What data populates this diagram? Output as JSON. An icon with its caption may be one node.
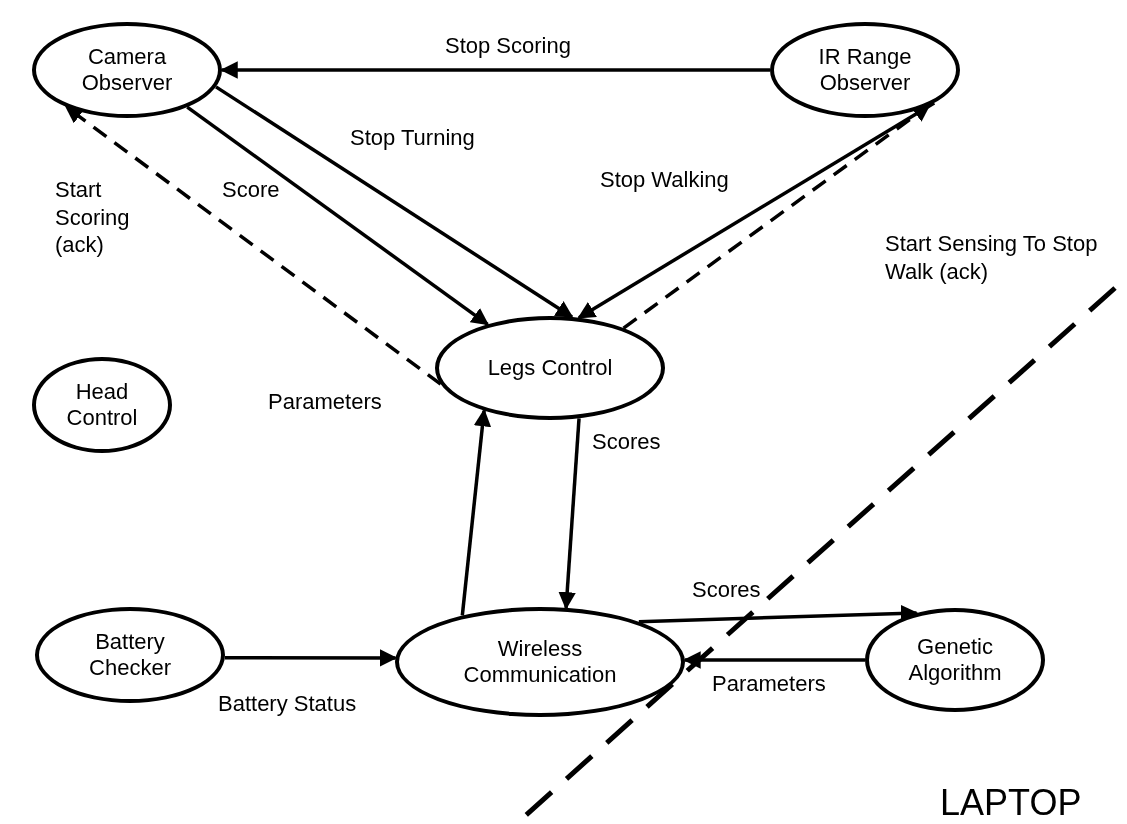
{
  "diagram": {
    "nodes": [
      {
        "text": [
          "Camera Observer"
        ]
      },
      {
        "text": [
          "IR Range Observer"
        ]
      },
      {
        "text": [
          "Head Control"
        ]
      },
      {
        "text": [
          "Legs Control"
        ]
      },
      {
        "text": [
          "Battery Checker"
        ]
      },
      {
        "text": [
          "Wireless Communication"
        ]
      },
      {
        "text": [
          "Genetic Algorithm"
        ]
      }
    ],
    "edges": [
      {
        "from": 1,
        "to": 0,
        "arrow": "to",
        "label": "Stop Scoring"
      },
      {
        "from": 0,
        "to": 3,
        "arrow": "to",
        "label": "Score"
      },
      {
        "from": 0,
        "to": 3,
        "arrow": "to",
        "label": "Stop Turning"
      },
      {
        "from": 3,
        "to": 0,
        "arrow": "to",
        "label": "Start Scoring (ack)",
        "style": "dashed"
      },
      {
        "from": 1,
        "to": 3,
        "arrow": "to",
        "label": "Stop Walking"
      },
      {
        "from": 3,
        "to": 1,
        "arrow": "to",
        "label": "Start Sensing To Stop Walk (ack)",
        "style": "dashed"
      },
      {
        "from": 5,
        "to": 3,
        "arrow": "to",
        "label": "Parameters"
      },
      {
        "from": 3,
        "to": 5,
        "arrow": "to",
        "label": "Scores"
      },
      {
        "from": 4,
        "to": 5,
        "arrow": "to",
        "label": "Battery Status"
      },
      {
        "from": 5,
        "to": 6,
        "arrow": "to",
        "label": "Scores"
      },
      {
        "from": 6,
        "to": 5,
        "arrow": "to",
        "label": "Parameters"
      }
    ],
    "labels": [
      "LAPTOP"
    ]
  }
}
